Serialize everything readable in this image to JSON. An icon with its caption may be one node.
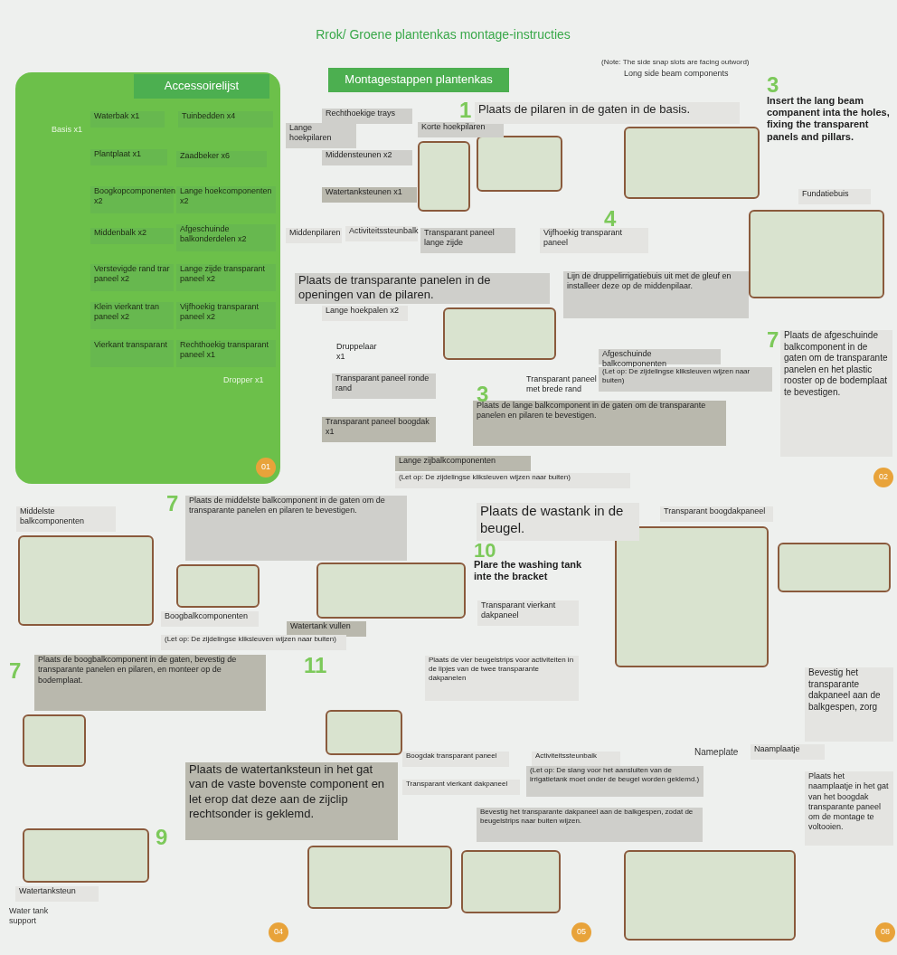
{
  "diagram": {
    "title": "Rrok/ Groene plantenkas montage-instructies",
    "nodes": [
      {
        "text": [],
        "shape": "box"
      },
      {
        "text": [
          "Accessoirelijst"
        ],
        "in": 0
      },
      {
        "text": [
          "Waterbak x1"
        ],
        "in": 0
      },
      {
        "text": [
          "Tuinbedden x4"
        ],
        "in": 0
      },
      {
        "text": [
          "Plantplaat x1"
        ],
        "in": 0
      },
      {
        "text": [
          "Zaadbeker x6"
        ],
        "in": 0
      },
      {
        "text": [
          "Boogkopcomponenten x2"
        ],
        "in": 0
      },
      {
        "text": [
          "Lange hoekcomponenten x2"
        ],
        "in": 0
      },
      {
        "text": [
          "Middenbalk x2"
        ],
        "in": 0
      },
      {
        "text": [
          "Afgeschuinde balkonderdelen x2"
        ],
        "in": 0
      },
      {
        "text": [
          "Verstevigde rand trar paneel x2"
        ],
        "in": 0
      },
      {
        "text": [
          "Lange zijde transparant paneel x2"
        ],
        "in": 0
      },
      {
        "text": [
          "Klein vierkant tran paneel x2"
        ],
        "in": 0
      },
      {
        "text": [
          "Vijfhoekig transparant paneel x2"
        ],
        "in": 0
      },
      {
        "text": [
          "Vierkant transparant"
        ],
        "in": 0
      },
      {
        "text": [
          "Rechthoekig transparant paneel x1"
        ],
        "in": 0
      },
      {
        "text": [
          "01"
        ],
        "in": 0
      },
      {
        "text": [
          "Montagestappen plantenkas"
        ]
      },
      {
        "text": [
          "Rechthoekige trays"
        ]
      },
      {
        "text": [
          "Lange hoekpilaren"
        ]
      },
      {
        "text": [
          "Korte hoekpilaren"
        ]
      },
      {
        "text": [
          "Middensteunen x2"
        ]
      },
      {
        "text": [
          "Watertanksteunen x1"
        ]
      },
      {
        "text": [
          "Plaats de pilaren in de gaten in de basis."
        ]
      },
      {
        "text": [
          "Middenpilaren"
        ]
      },
      {
        "text": [
          "Activiteitssteunbalk"
        ]
      },
      {
        "text": [
          "Transparant paneel lange zijde"
        ]
      },
      {
        "text": [
          "Vijfhoekig transparant paneel"
        ]
      },
      {
        "text": [
          "Plaats de transparante panelen in de openingen van de pilaren."
        ]
      },
      {
        "text": [
          "Lange hoekpalen x2"
        ]
      },
      {
        "text": [
          "Lijn de druppelirrigatiebuis uit met de gleuf en installeer deze op de middenpilaar."
        ]
      },
      {
        "text": [
          "Druppelaar x1"
        ]
      },
      {
        "text": [
          "Transparant paneel ronde rand"
        ]
      },
      {
        "text": [
          "Transparant paneel boogdak x1"
        ]
      },
      {
        "text": [
          "Transparant paneel met brede rand"
        ]
      },
      {
        "text": [
          "Plaats de lange balkcomponent in de gaten om de transparante panelen en pilaren te bevestigen."
        ]
      },
      {
        "text": [
          "Lange zijbalkcomponenten"
        ]
      },
      {
        "text": [
          "(Let op: De zijdelingse kliksleuven wijzen naar buiten)"
        ]
      },
      {
        "text": [
          "Afgeschuinde balkcomponenten"
        ]
      },
      {
        "text": [
          "(Let op: De zijdelingse kliksleuven wijzen naar buiten)"
        ]
      },
      {
        "text": [
          "Fundatiebuis"
        ]
      },
      {
        "text": [
          "Plaats de afgeschuinde balkcomponent in de gaten om de transparante panelen en het plastic rooster op de bodemplaat te bevestigen."
        ]
      },
      {
        "text": [
          "02"
        ]
      },
      {
        "text": [
          "Middelste balkcomponenten"
        ]
      },
      {
        "text": [
          "Plaats de middelste balkcomponent in de gaten om de transparante panelen en pilaren te bevestigen."
        ]
      },
      {
        "text": [
          "Boogbalkcomponenten"
        ]
      },
      {
        "text": [
          "Watertank vullen"
        ]
      },
      {
        "text": [
          "(Let op: De zijdelingse kliksleuven wijzen naar buiten)"
        ]
      },
      {
        "text": [
          "Plaats de wastank in de beugel."
        ]
      },
      {
        "text": [
          "Transparant boogdakpaneel"
        ]
      },
      {
        "text": [
          "Transparant vierkant dakpaneel"
        ]
      },
      {
        "text": [
          "Plaats de boogbalkcomponent in de gaten, bevestig de transparante panelen en pilaren, en monteer op de bodemplaat."
        ]
      },
      {
        "text": [
          "Plaats de vier beugelstrips voor activiteiten in de lipjes van de twee transparante dakpanelen"
        ]
      },
      {
        "text": [
          "Bevestig het transparante dakpaneel aan de balkgespen, zorg"
        ]
      },
      {
        "text": [
          "Boogdak transparant paneel"
        ]
      },
      {
        "text": [
          "Activiteitssteunbalk"
        ]
      },
      {
        "text": [
          "(Let op: De slang voor het aansluiten van de irrigatietank moet onder de beugel worden geklemd.)"
        ]
      },
      {
        "text": [
          "Transparant vierkant dakpaneel"
        ]
      },
      {
        "text": [
          "Naamplaatje"
        ]
      },
      {
        "text": [
          "Plaats de watertanksteun in het gat van de vaste bovenste component en let erop dat deze aan de zijclip rechtsonder is geklemd."
        ]
      },
      {
        "text": [
          "Bevestig het transparante dakpaneel aan de balkgespen, zodat de beugelstrips naar buiten wijzen."
        ]
      },
      {
        "text": [
          "Plaats het naamplaatje in het gat van het boogdak transparante paneel om de montage te voltooien."
        ]
      },
      {
        "text": [
          "Watertanksteun"
        ]
      },
      {
        "text": [
          "04"
        ]
      },
      {
        "text": [
          "05"
        ]
      },
      {
        "text": [
          "08"
        ]
      }
    ],
    "labels": [
      "Basis x1",
      "Dropper x1",
      "1",
      "(Note: The side snap slots are facing outword)",
      "Long side beam components",
      "3",
      "Insert the lang beam companent inta the holes, fixing the transparent panels and pillars.",
      "4",
      "3",
      "7",
      "7",
      "10",
      "Plare the washing tank inte the bracket",
      "7",
      "11",
      "Nameplate",
      "9",
      "Water tank support"
    ]
  }
}
